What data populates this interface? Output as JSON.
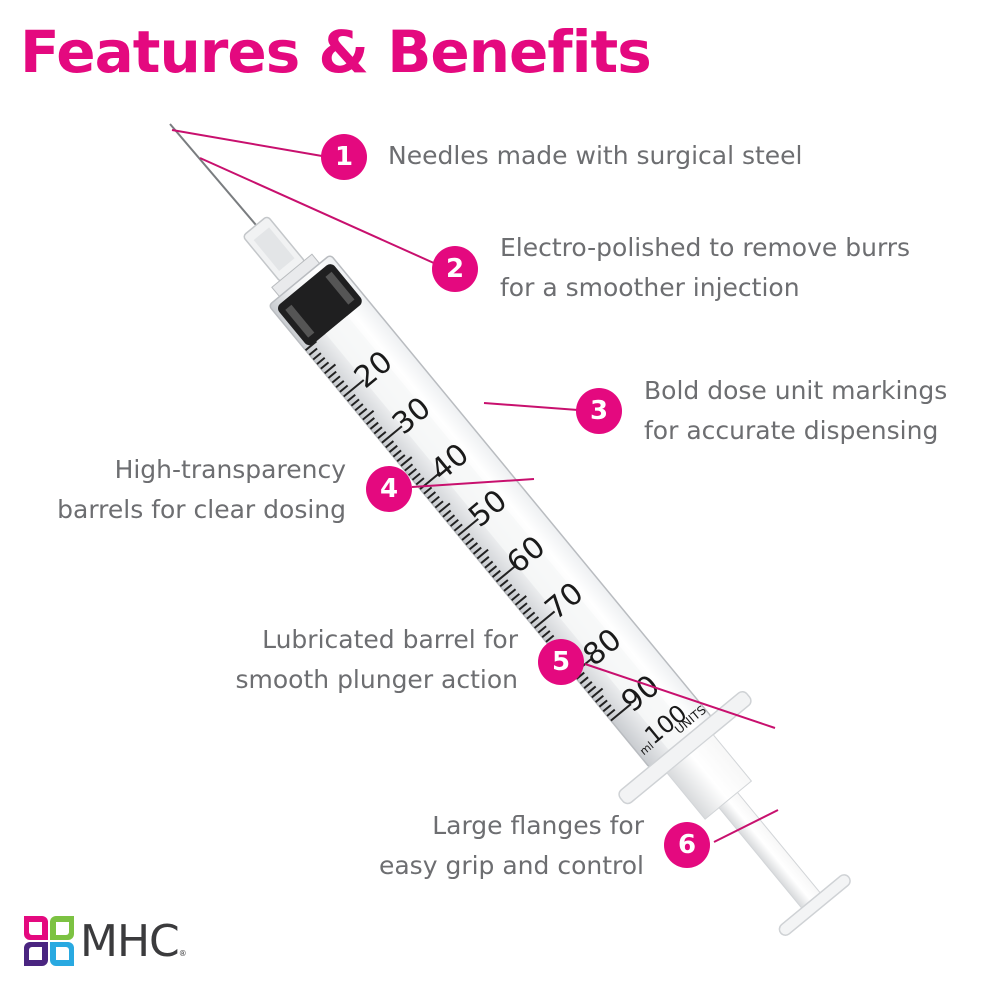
{
  "title": "Features & Benefits",
  "brand": {
    "accent_color": "#e4097f",
    "text_color": "#6d6e71",
    "logo_text": "MHC",
    "logo_registered": "®",
    "logo_petal_colors": [
      "#e4097f",
      "#7cc242",
      "#4a2580",
      "#29a9e1"
    ]
  },
  "features": [
    {
      "number": "1",
      "lines": [
        "Needles made with surgical steel"
      ]
    },
    {
      "number": "2",
      "lines": [
        "Electro-polished to remove burrs",
        "for a smoother injection"
      ]
    },
    {
      "number": "3",
      "lines": [
        "Bold dose unit markings",
        "for accurate dispensing"
      ]
    },
    {
      "number": "4",
      "lines": [
        "High-transparency",
        "barrels for clear dosing"
      ]
    },
    {
      "number": "5",
      "lines": [
        "Lubricated barrel for",
        "smooth plunger action"
      ]
    },
    {
      "number": "6",
      "lines": [
        "Large flanges for",
        "easy grip and control"
      ]
    }
  ],
  "syringe": {
    "scale_labels": [
      "20",
      "30",
      "40",
      "50",
      "60",
      "70",
      "80",
      "90",
      "100"
    ],
    "unit_label": "UNITS",
    "ml_label": "ml"
  }
}
